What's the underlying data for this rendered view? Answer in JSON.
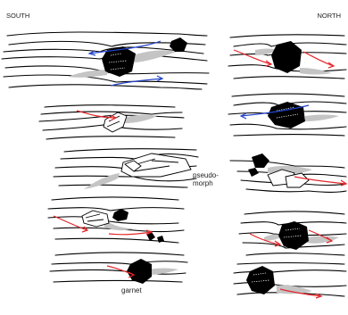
{
  "labels": {
    "south": "SOUTH",
    "north": "NORTH",
    "pseudomorph_line1": "pseudo-",
    "pseudomorph_line2": "morph",
    "garnet": "garnet"
  },
  "colors": {
    "shear_sense_red": "#e4262a",
    "shear_sense_blue": "#2244cc",
    "pressure_shadow": "#c4c4c4"
  }
}
